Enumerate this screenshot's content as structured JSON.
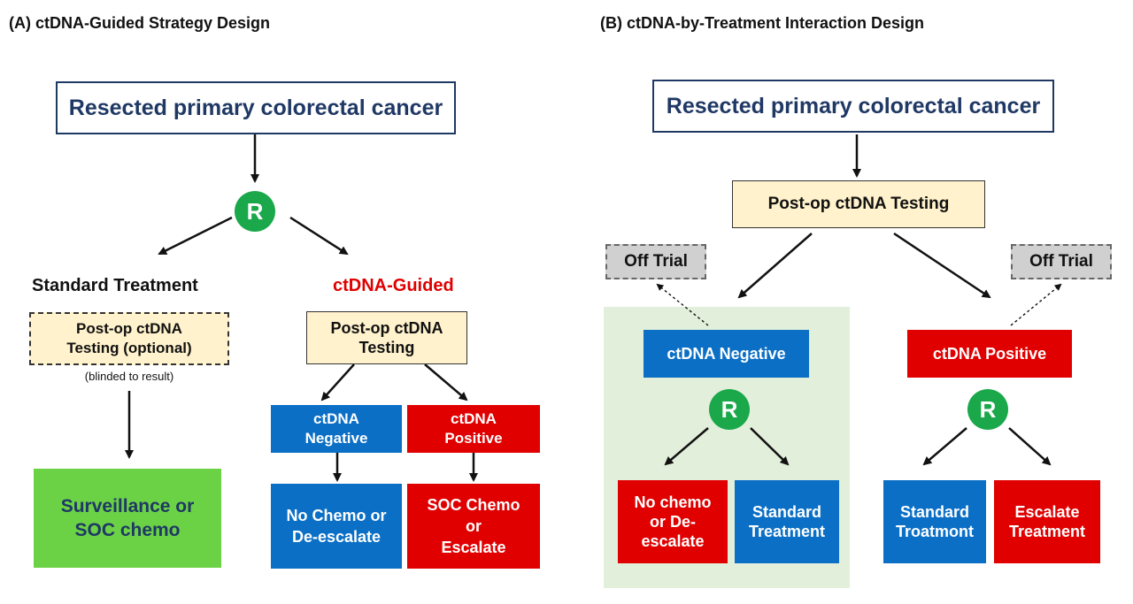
{
  "panel_a": {
    "title": "(A) ctDNA-Guided Strategy Design",
    "resected": "Resected primary colorectal cancer",
    "randomize": "R",
    "standard_label": "Standard Treatment",
    "guided_label": "ctDNA-Guided",
    "optional_testing_line1": "Post-op ctDNA",
    "optional_testing_line2": "Testing (optional)",
    "blinded_note": "(blinded to result)",
    "testing_line1": "Post-op ctDNA",
    "testing_line2": "Testing",
    "surveillance_line1": "Surveillance or",
    "surveillance_line2": "SOC chemo",
    "negative_line1": "ctDNA",
    "negative_line2": "Negative",
    "positive_line1": "ctDNA",
    "positive_line2": "Positive",
    "nochemo_line1": "No Chemo or",
    "nochemo_line2": "De-escalate",
    "socchemo_line1": "SOC Chemo",
    "socchemo_line2": "or",
    "socchemo_line3": "Escalate"
  },
  "panel_b": {
    "title": "(B) ctDNA-by-Treatment Interaction Design",
    "resected": "Resected primary colorectal cancer",
    "testing": "Post-op ctDNA Testing",
    "off_trial_left": "Off Trial",
    "off_trial_right": "Off Trial",
    "negative": "ctDNA Negative",
    "positive": "ctDNA Positive",
    "randomize_left": "R",
    "randomize_right": "R",
    "nochemo_line1": "No chemo",
    "nochemo_line2": "or De-",
    "nochemo_line3": "escalate",
    "std_left_line1": "Standard",
    "std_left_line2": "Treatment",
    "std_right_line1": "Standard",
    "std_right_line2": "Troatmont",
    "escalate_line1": "Escalate",
    "escalate_line2": "Treatment"
  },
  "colors": {
    "navy": "#1f3864",
    "green_r": "#1aa84a",
    "blue": "#0b6fc5",
    "red": "#e00000",
    "cream": "#fff2cc",
    "green_outcome": "#6bd246",
    "shade": "#e2efda",
    "gray": "#d0d0d0"
  }
}
